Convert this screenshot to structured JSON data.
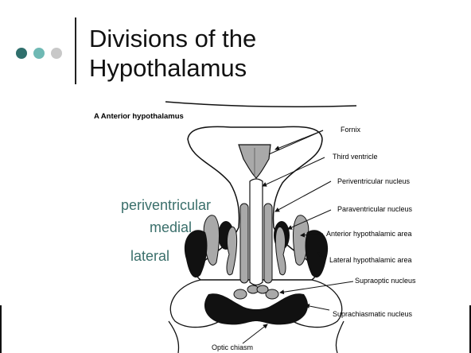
{
  "slide": {
    "title_line1": "Divisions of the",
    "title_line2": "Hypothalamus",
    "dot_colors": [
      "#2f6f6c",
      "#6fb9b4",
      "#c8c8c8"
    ]
  },
  "diagram": {
    "heading": "A  Anterior hypothalamus",
    "labels": {
      "fornix": "Fornix",
      "third_ventricle": "Third ventricle",
      "periventricular_nucleus": "Periventricular nucleus",
      "paraventricular_nucleus": "Paraventricular nucleus",
      "anterior_hypothalamic_area": "Anterior hypothalamic area",
      "lateral_hypothalamic_area": "Lateral hypothalamic area",
      "supraoptic_nucleus": "Supraoptic nucleus",
      "suprachiasmatic_nucleus": "Suprachiasmatic nucleus",
      "optic_chiasm": "Optic chiasm"
    }
  },
  "side_labels": {
    "periventricular": "periventricular",
    "medial": "medial",
    "lateral": "lateral"
  },
  "colors": {
    "side_label": "#3a6f6b",
    "gray_nucleus": "#a9a9a9",
    "dark_nucleus": "#111111"
  }
}
